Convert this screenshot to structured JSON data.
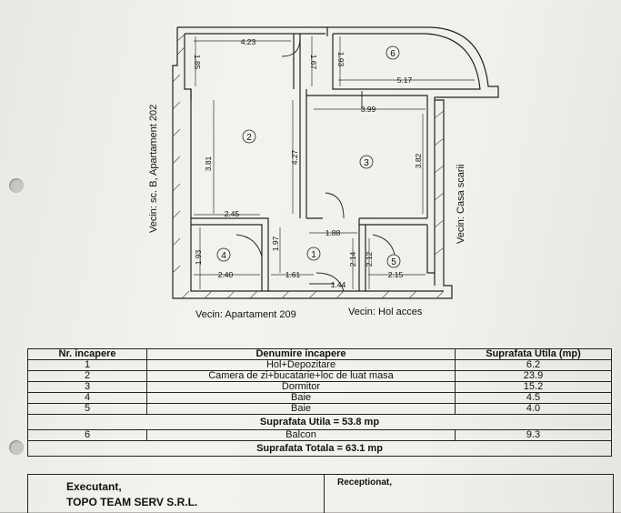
{
  "plan": {
    "rooms": [
      {
        "id": "1"
      },
      {
        "id": "2"
      },
      {
        "id": "3"
      },
      {
        "id": "4"
      },
      {
        "id": "5"
      },
      {
        "id": "6"
      }
    ],
    "dimensions": {
      "d423": "4.23",
      "d185": "1.85",
      "d167": "1.67",
      "d193a": "1.93",
      "d517": "5.17",
      "d399": "3.99",
      "d381": "3.81",
      "d427": "4.27",
      "d382": "3.82",
      "d245": "2.45",
      "d188": "1.88",
      "d193b": "1.93",
      "d197": "1.97",
      "d214": "2.14",
      "d212": "2.12",
      "d240": "2.40",
      "d161": "1.61",
      "d144": "1.44",
      "d215": "2.15"
    },
    "neighbors": {
      "left": "Vecin: sc. B, Apartament 202",
      "right": "Vecin: Casa scarii",
      "bottom_left": "Vecin: Apartament 209",
      "bottom_right": "Vecin: Hol acces"
    }
  },
  "table": {
    "headers": {
      "nr": "Nr. incapere",
      "name": "Denumire incapere",
      "area": "Suprafata Utila (mp)"
    },
    "rows": [
      {
        "nr": "1",
        "name": "Hol+Depozitare",
        "area": "6.2"
      },
      {
        "nr": "2",
        "name": "Camera de zi+bucatarie+loc de luat masa",
        "area": "23.9"
      },
      {
        "nr": "3",
        "name": "Dormitor",
        "area": "15.2"
      },
      {
        "nr": "4",
        "name": "Baie",
        "area": "4.5"
      },
      {
        "nr": "5",
        "name": "Baie",
        "area": "4.0"
      }
    ],
    "useful_total": "Suprafata Utila = 53.8 mp",
    "balcony": {
      "nr": "6",
      "name": "Balcon",
      "area": "9.3"
    },
    "grand_total": "Suprafata Totala = 63.1 mp"
  },
  "footer": {
    "executant_label": "Executant,",
    "receptionat_label": "Receptionat,",
    "company": "TOPO TEAM SERV S.R.L."
  }
}
